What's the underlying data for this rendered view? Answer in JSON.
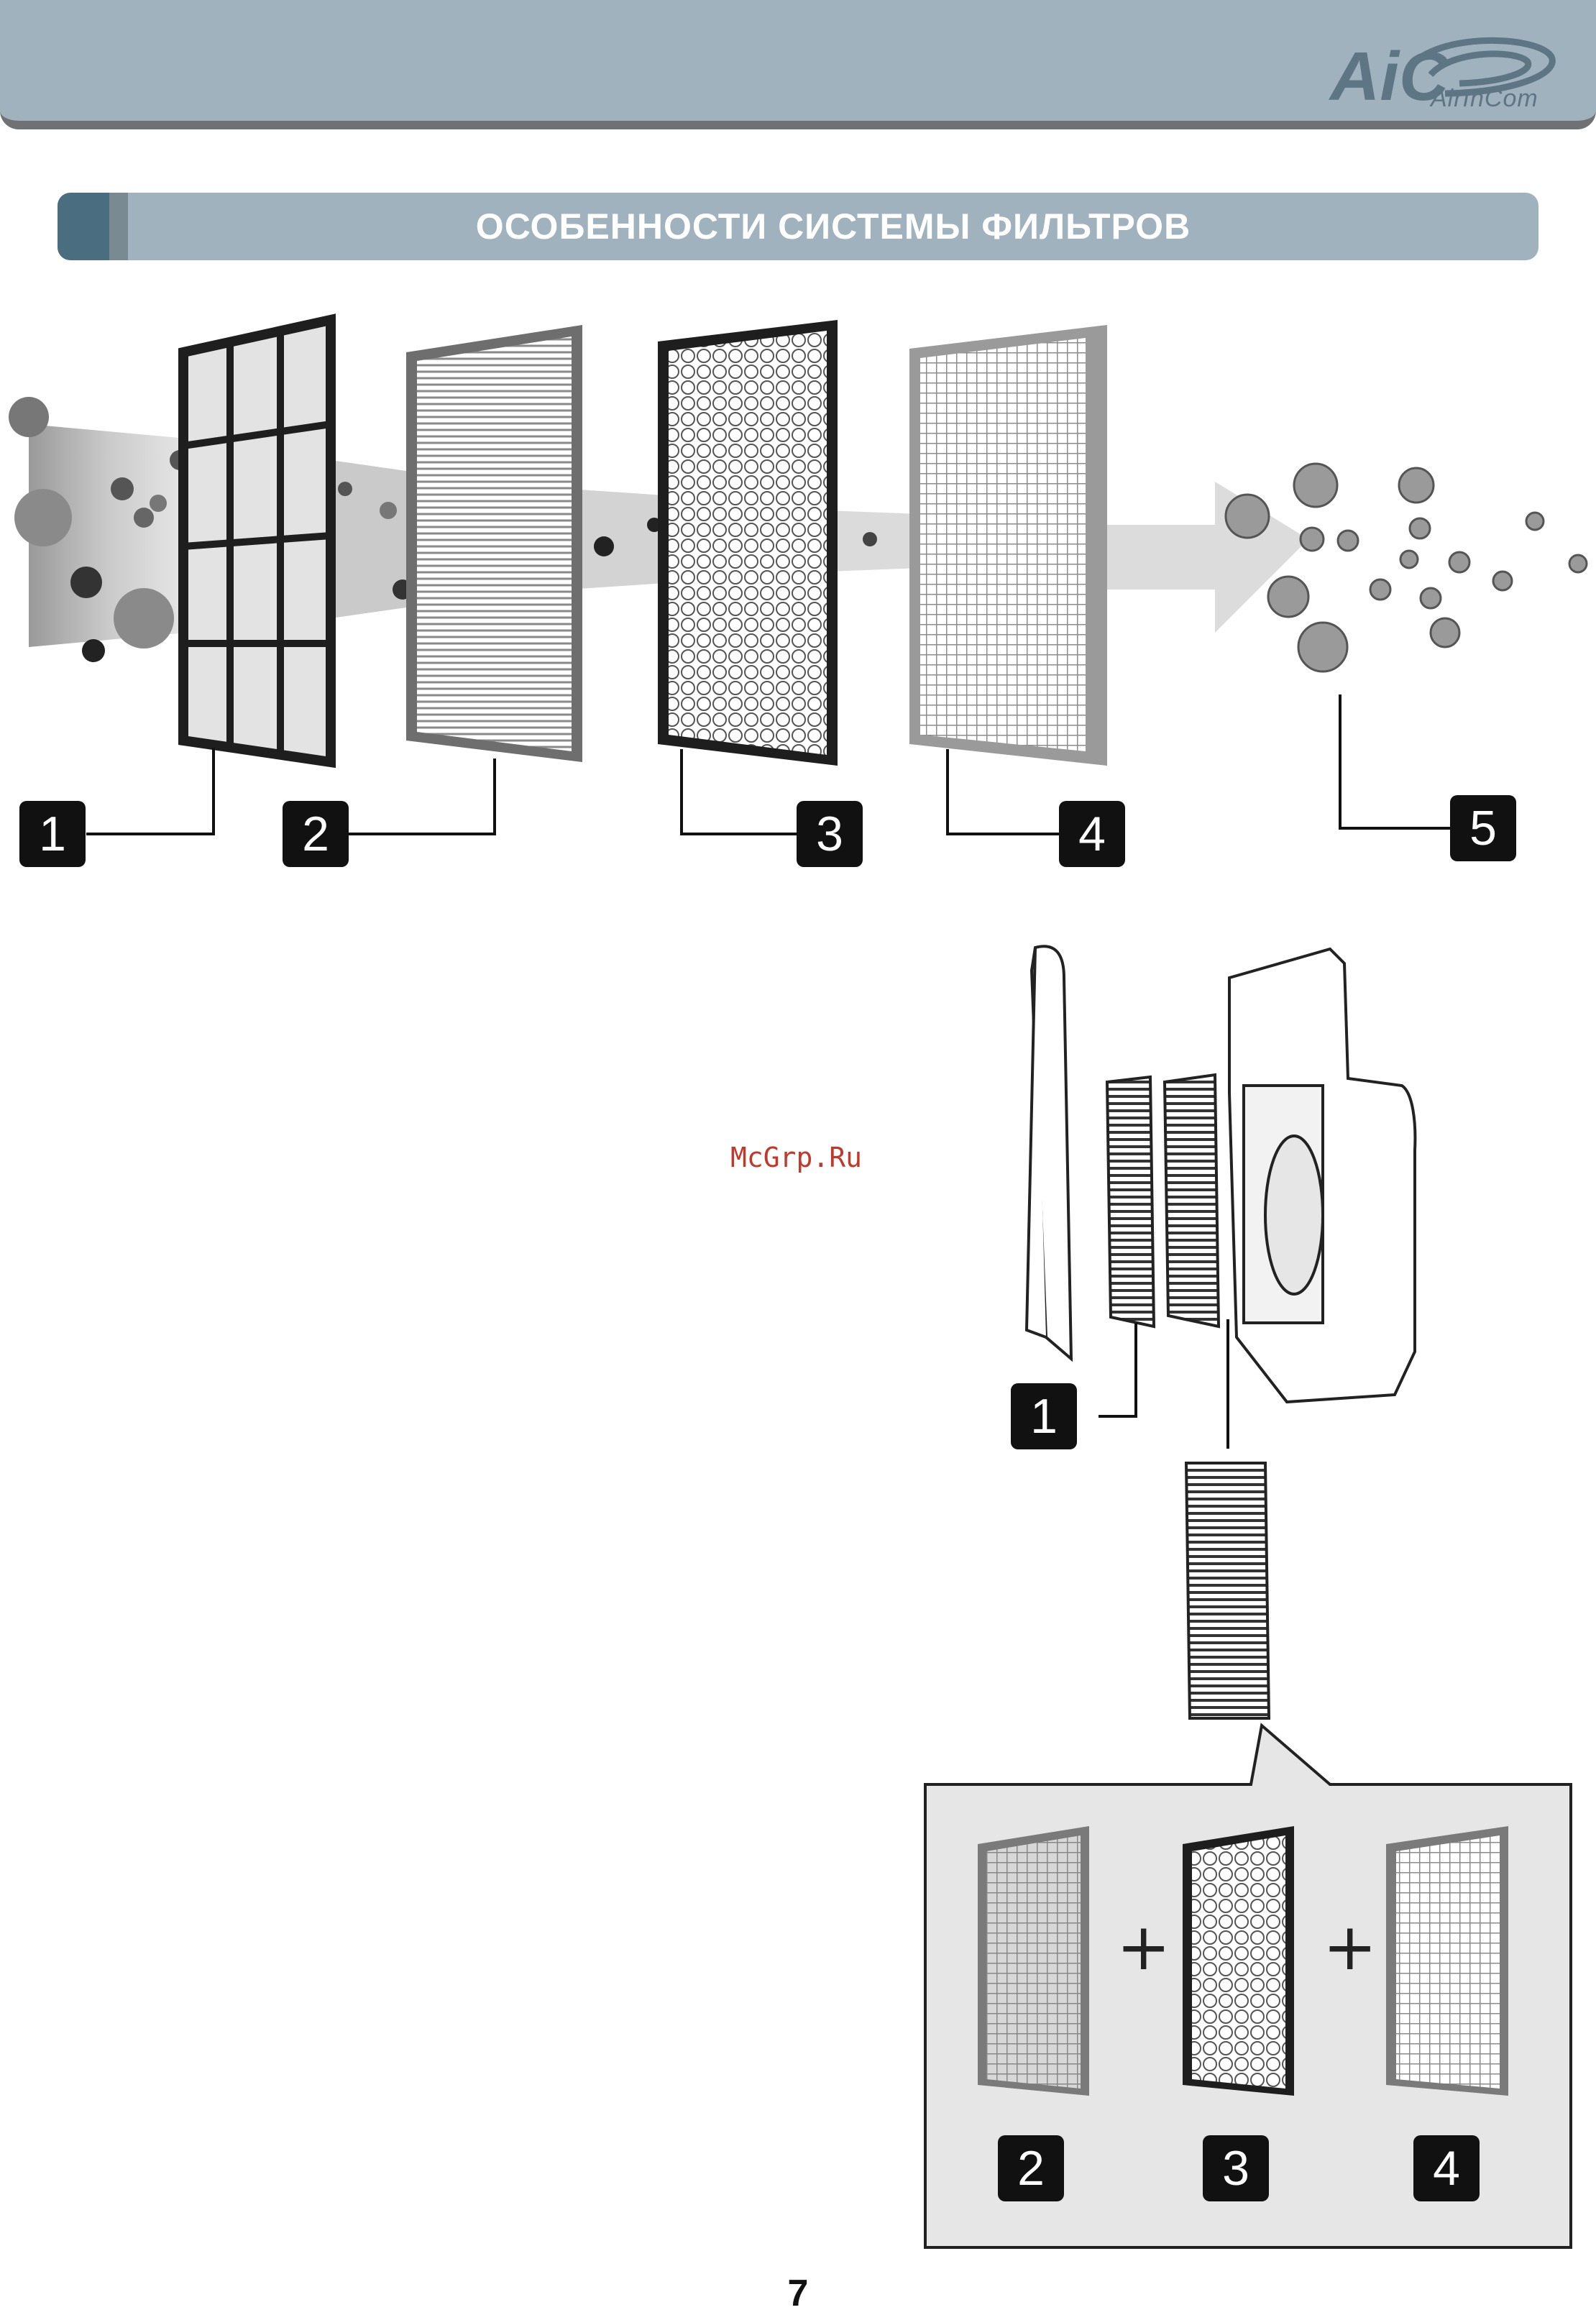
{
  "header": {
    "logo_text": "AirInCom"
  },
  "section": {
    "title": "ОСОБЕННОСТИ СИСТЕМЫ ФИЛЬТРОВ"
  },
  "top_diagram": {
    "labels": [
      "1",
      "2",
      "3",
      "4",
      "5"
    ]
  },
  "unit_diagram": {
    "labels": [
      "1"
    ]
  },
  "combo": {
    "labels": [
      "2",
      "3",
      "4"
    ],
    "plus_symbol": "+"
  },
  "watermark": "McGrp.Ru",
  "page_number": "7",
  "colors": {
    "header": "#9fb2bd",
    "accent_dark": "#4a6d80",
    "badge": "#111111"
  }
}
